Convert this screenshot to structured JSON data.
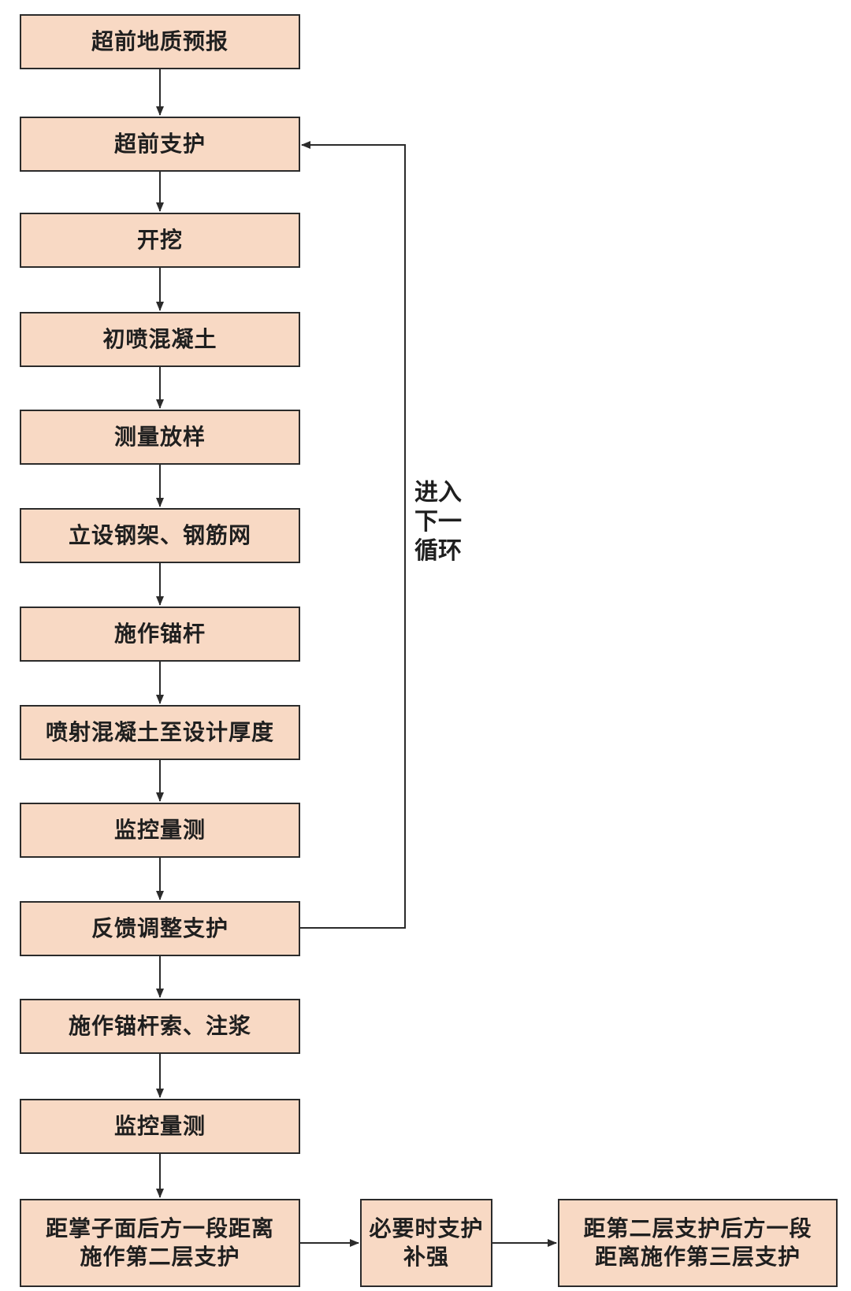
{
  "flow": {
    "steps": [
      "超前地质预报",
      "超前支护",
      "开挖",
      "初喷混凝土",
      "测量放样",
      "立设钢架、钢筋网",
      "施作锚杆",
      "喷射混凝土至设计厚度",
      "监控量测",
      "反馈调整支护",
      "施作锚杆索、注浆",
      "监控量测"
    ],
    "bottom_row": [
      {
        "lines": [
          "距掌子面后方一段距离",
          "施作第二层支护"
        ]
      },
      {
        "lines": [
          "必要时支护",
          "补强"
        ]
      },
      {
        "lines": [
          "距第二层支护后方一段",
          "距离施作第三层支护"
        ]
      }
    ],
    "loop_label": [
      "进入",
      "下一",
      "循环"
    ]
  },
  "colors": {
    "box_fill": "#f8d9c4",
    "stroke": "#2b2b2b"
  }
}
